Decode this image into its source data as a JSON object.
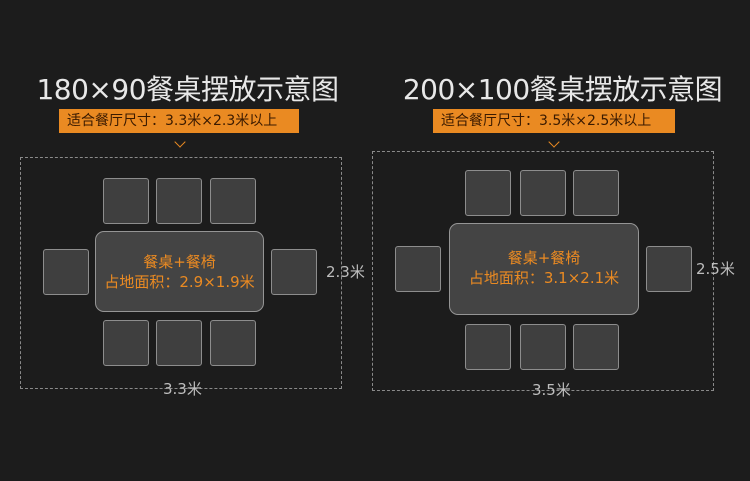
{
  "left": {
    "title": "180×90餐桌摆放示意图",
    "room_size_label": "适合餐厅尺寸：3.3米×2.3米以上",
    "table_line1": "餐桌+餐椅",
    "table_line2": "占地面积：2.9×1.9米",
    "height_label": "2.3米",
    "width_label": "3.3米"
  },
  "right": {
    "title": "200×100餐桌摆放示意图",
    "room_size_label": "适合餐厅尺寸：3.5米×2.5米以上",
    "table_line1": "餐桌+餐椅",
    "table_line2": "占地面积：3.1×2.1米",
    "height_label": "2.5米",
    "width_label": "3.5米"
  },
  "colors": {
    "background": "#1c1c1c",
    "accent": "#ea8a22",
    "table_fill": "#444444",
    "chair_fill": "#3f3f3f",
    "outline": "#8d8d8d"
  }
}
